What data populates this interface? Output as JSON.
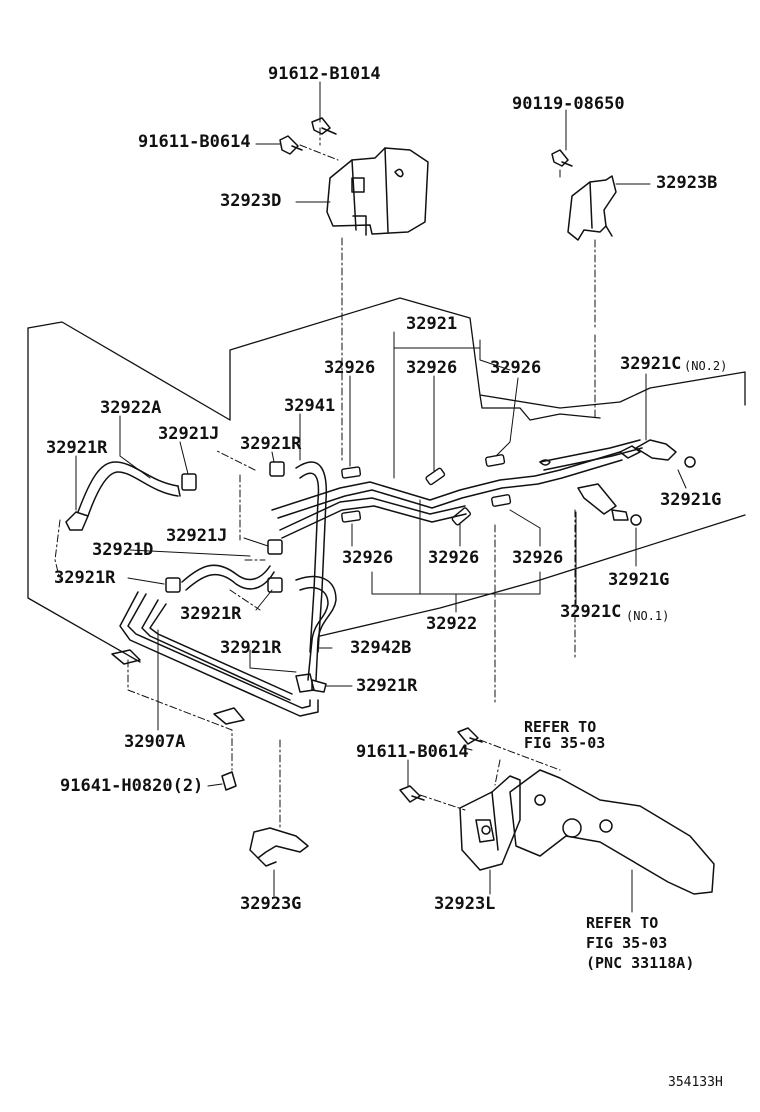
{
  "parts": {
    "p_91612_b1014": "91612-B1014",
    "p_91611_b0614_top": "91611-B0614",
    "p_32923d": "32923D",
    "p_90119_08650": "90119-08650",
    "p_32923b": "32923B",
    "p_32921": "32921",
    "p_32926_a": "32926",
    "p_32926_b": "32926",
    "p_32926_c": "32926",
    "p_32921c_no2": "32921C",
    "no2": "(NO.2)",
    "p_32922a": "32922A",
    "p_32941": "32941",
    "p_32921r_a": "32921R",
    "p_32921j_a": "32921J",
    "p_32921r_b": "32921R",
    "p_32921g_a": "32921G",
    "p_32921j_b": "32921J",
    "p_32921d": "32921D",
    "p_32926_d": "32926",
    "p_32926_e": "32926",
    "p_32926_f": "32926",
    "p_32921r_c": "32921R",
    "p_32921g_b": "32921G",
    "p_32921r_d": "32921R",
    "p_32922": "32922",
    "p_32921c_no1": "32921C",
    "no1": "(NO.1)",
    "p_32921r_e": "32921R",
    "p_32942b": "32942B",
    "p_32921r_f": "32921R",
    "p_32907a": "32907A",
    "refer_top_1": "REFER TO",
    "refer_top_2": "FIG 35-03",
    "p_91611_b0614_bot": "91611-B0614",
    "p_91641_h0820": "91641-H0820(2)",
    "p_32923g": "32923G",
    "p_32923l": "32923L",
    "refer_bot_1": "REFER TO",
    "refer_bot_2": "FIG 35-03",
    "refer_bot_3": "(PNC 33118A)",
    "figure_id": "354133H"
  }
}
